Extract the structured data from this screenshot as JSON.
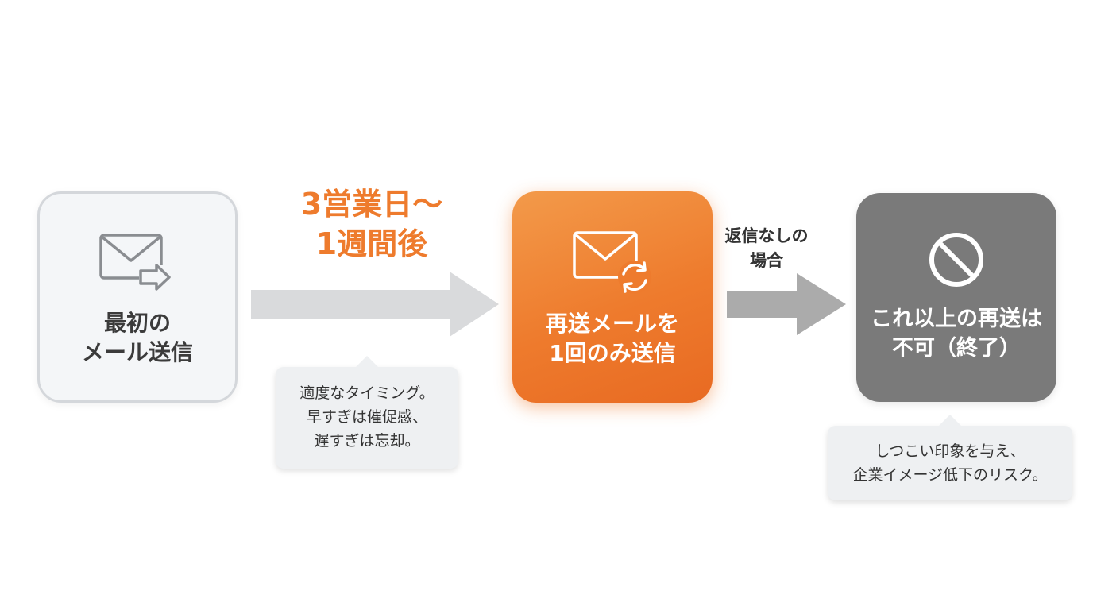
{
  "step1": {
    "label": "最初の\nメール送信",
    "icon": "mail-send-icon"
  },
  "arrow1": {
    "label": "3営業日〜\n1週間後"
  },
  "callout1": {
    "text": "適度なタイミング。\n早すぎは催促感、\n遅すぎは忘却。"
  },
  "step2": {
    "label": "再送メールを\n1回のみ送信",
    "icon": "mail-resend-icon"
  },
  "arrow2": {
    "label": "返信なしの\n場合"
  },
  "step3": {
    "label": "これ以上の再送は\n不可（終了）",
    "icon": "prohibited-icon"
  },
  "callout2": {
    "text": "しつこい印象を与え、\n企業イメージ低下のリスク。"
  },
  "colors": {
    "accent": "#ee7b2d",
    "arrow_light": "#d9dadc",
    "arrow_dark": "#ababab",
    "end_box": "#7a7a7a",
    "start_box": "#f4f6f8"
  }
}
